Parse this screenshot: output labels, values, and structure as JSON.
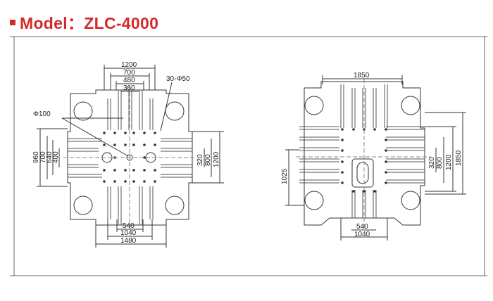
{
  "title": "Model：ZLC-4000",
  "colors": {
    "title": "#d42a2a",
    "line": "#333333",
    "frame": "#555555"
  },
  "left_view": {
    "top_dims": [
      "1200",
      "700",
      "480",
      "360"
    ],
    "callout_bolt": "30-Φ50",
    "callout_hole": "Φ100",
    "left_dims": [
      "960",
      "700",
      "640",
      "400"
    ],
    "right_dims": [
      "320",
      "800",
      "1200"
    ],
    "bottom_dims": [
      "540",
      "1040",
      "1480"
    ]
  },
  "right_view": {
    "top_dim": "1850",
    "left_dim": "1025",
    "right_dims": [
      "320",
      "800",
      "1200",
      "1850"
    ],
    "bottom_dims": [
      "540",
      "1040"
    ]
  }
}
